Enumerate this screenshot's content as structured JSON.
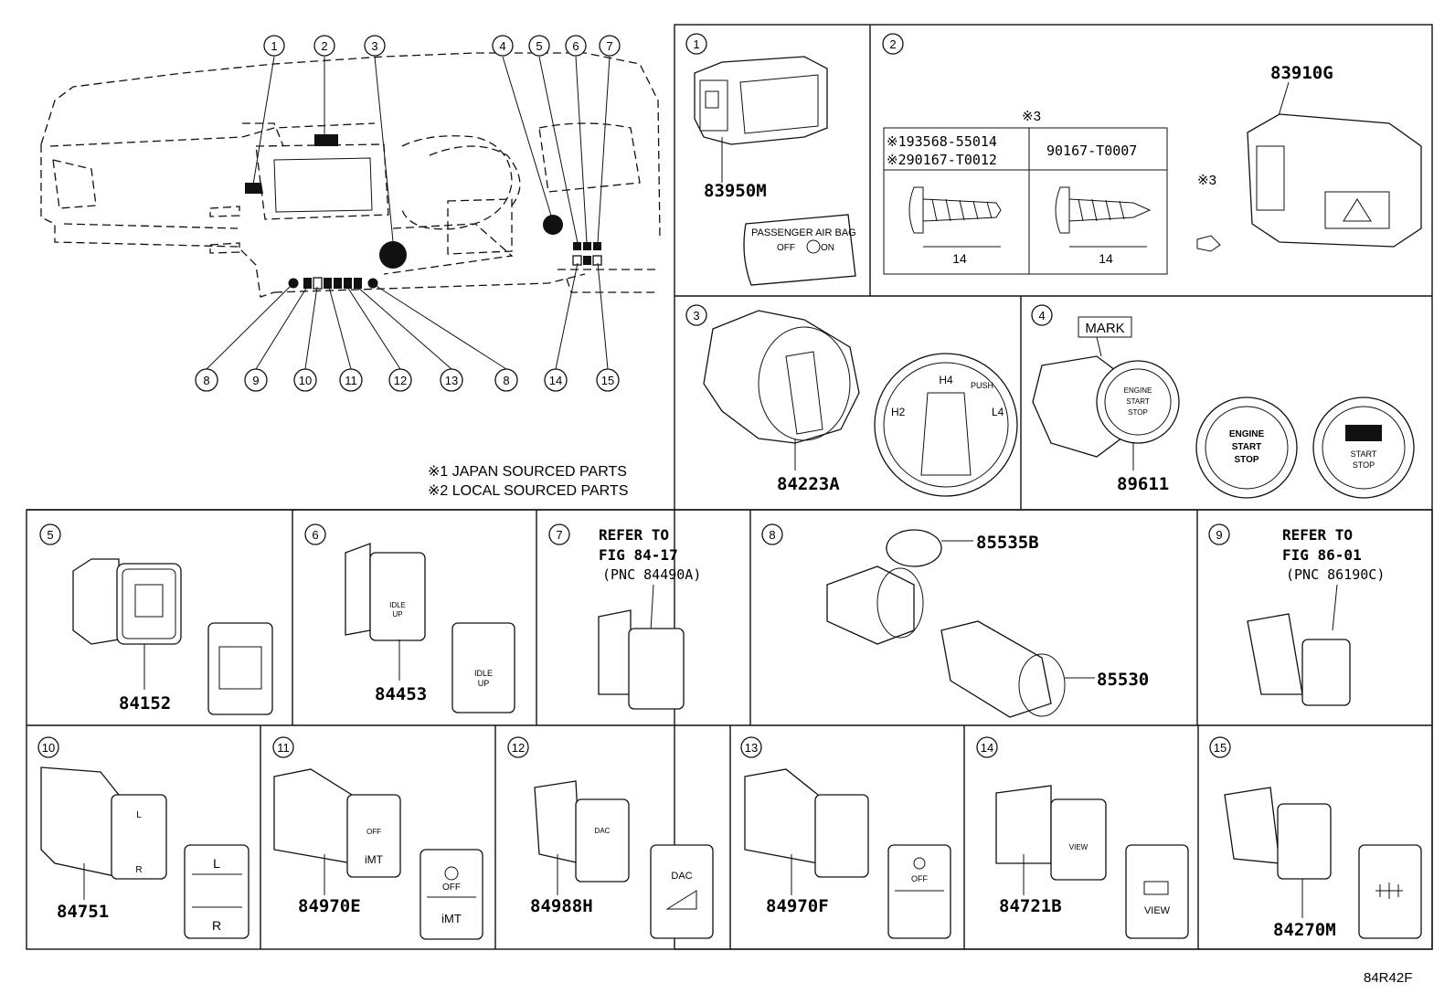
{
  "diagram_id": "84R42F",
  "callouts": [
    "1",
    "2",
    "3",
    "4",
    "5",
    "6",
    "7",
    "8",
    "9",
    "10",
    "11",
    "12",
    "13",
    "14",
    "15"
  ],
  "footnotes": {
    "note1": "※1 JAPAN SOURCED PARTS",
    "note2": "※2 LOCAL SOURCED PARTS"
  },
  "panels": {
    "p1": {
      "label": "1",
      "parts": [
        "83950M"
      ],
      "airbag_title": "PASSENGER AIR BAG",
      "airbag_off": "OFF",
      "airbag_on": "ON"
    },
    "p2": {
      "label": "2",
      "note": "※3",
      "part_a1": "※193568-55014",
      "part_a2": "※290167-T0012",
      "part_b": "90167-T0007",
      "dim_a": "14",
      "dim_b": "14",
      "assembly": "83910G",
      "screw_note": "※3"
    },
    "p3": {
      "label": "3",
      "part": "84223A",
      "pos_h4": "H4",
      "pos_h2": "H2",
      "pos_l4": "L4",
      "pos_push": "PUSH"
    },
    "p4": {
      "label": "4",
      "part": "89611",
      "mark": "MARK",
      "btn_line1": "ENGINE",
      "btn_line2": "START",
      "btn_line3": "STOP",
      "btn2_line1": "START",
      "btn2_line2": "STOP"
    },
    "p5": {
      "label": "5",
      "part": "84152"
    },
    "p6": {
      "label": "6",
      "part": "84453",
      "idle": "IDLE",
      "up": "UP"
    },
    "p7": {
      "label": "7",
      "refer1": "REFER TO",
      "refer2": "FIG 84-17",
      "refer3": "(PNC 84490A)"
    },
    "p8": {
      "label": "8",
      "part_a": "85535B",
      "part_b": "85530"
    },
    "p9": {
      "label": "9",
      "refer1": "REFER TO",
      "refer2": "FIG 86-01",
      "refer3": "(PNC 86190C)"
    },
    "p10": {
      "label": "10",
      "part": "84751",
      "l": "L",
      "r": "R"
    },
    "p11": {
      "label": "11",
      "part": "84970E",
      "off": "OFF",
      "imt": "iMT"
    },
    "p12": {
      "label": "12",
      "part": "84988H",
      "dac": "DAC"
    },
    "p13": {
      "label": "13",
      "part": "84970F",
      "off": "OFF"
    },
    "p14": {
      "label": "14",
      "part": "84721B",
      "view": "VIEW"
    },
    "p15": {
      "label": "15",
      "part": "84270M"
    }
  }
}
